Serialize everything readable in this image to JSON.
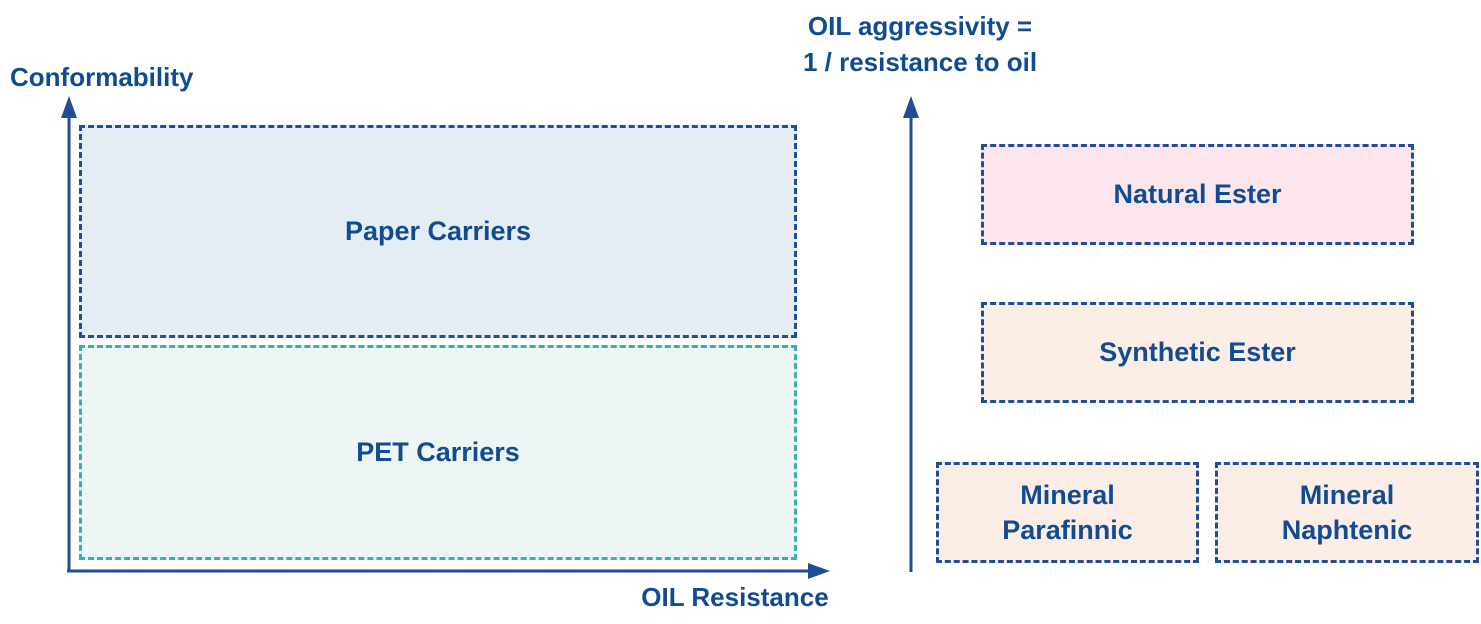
{
  "left_diagram": {
    "y_axis_label": "Conformability",
    "x_axis_label": "OIL Resistance",
    "regions": [
      {
        "label": "Paper Carriers",
        "fill": "#e6ecf4",
        "border": "#1f4e96"
      },
      {
        "label": "PET Carriers",
        "fill": "#edf5f5",
        "border": "#3bb0a8"
      }
    ]
  },
  "right_diagram": {
    "y_axis_label_line1": "OIL aggressivity =",
    "y_axis_label_line2": "1 / resistance to oil",
    "oils": [
      {
        "label": "Natural Ester",
        "fill": "#fce6ec"
      },
      {
        "label": "Synthetic Ester",
        "fill": "#fcede6"
      },
      {
        "label_line1": "Mineral",
        "label_line2": "Parafinnic",
        "fill": "#fcede6"
      },
      {
        "label_line1": "Mineral",
        "label_line2": "Naphtenic",
        "fill": "#fcede6"
      }
    ]
  },
  "colors": {
    "text": "#0f4c92",
    "axis": "#1f4e96"
  }
}
